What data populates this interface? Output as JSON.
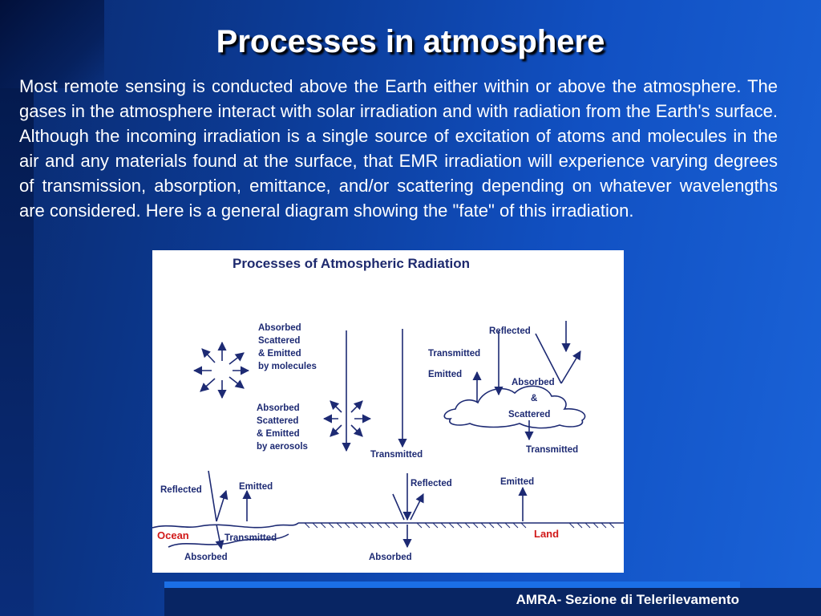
{
  "slide": {
    "title": "Processes in atmosphere",
    "body": "Most remote sensing is conducted above the Earth either within or above the atmosphere. The gases in the atmosphere interact with solar irradiation and with radiation from the Earth's surface. Although the incoming irradiation is a single source of excitation of atoms and molecules in the air and any materials found at the surface, that EMR irradiation will experience varying degrees of transmission, absorption, emittance, and/or scattering depending on whatever wavelengths are considered. Here is a general diagram showing the \"fate\" of this irradiation.",
    "footer": "AMRA- Sezione di Telerilevamento"
  },
  "diagram": {
    "title": "Processes of Atmospheric Radiation",
    "labels": {
      "molecules_1": "Absorbed",
      "molecules_2": "Scattered",
      "molecules_3": "& Emitted",
      "molecules_4": "by molecules",
      "aerosols_1": "Absorbed",
      "aerosols_2": "Scattered",
      "aerosols_3": "& Emitted",
      "aerosols_4": "by aerosols",
      "transmitted_center": "Transmitted",
      "transmitted_cloud_left": "Transmitted",
      "emitted_cloud": "Emitted",
      "reflected_cloud": "Reflected",
      "cloud_1": "Absorbed",
      "cloud_2": "&",
      "cloud_3": "Scattered",
      "transmitted_cloud_below": "Transmitted",
      "reflected_ocean": "Reflected",
      "emitted_ocean": "Emitted",
      "ocean": "Ocean",
      "transmitted_ocean": "Transmitted",
      "absorbed_ocean": "Absorbed",
      "reflected_land": "Reflected",
      "absorbed_land": "Absorbed",
      "emitted_land": "Emitted",
      "land": "Land"
    },
    "colors": {
      "ink": "#1d2a73",
      "surface_red": "#d11919"
    }
  }
}
